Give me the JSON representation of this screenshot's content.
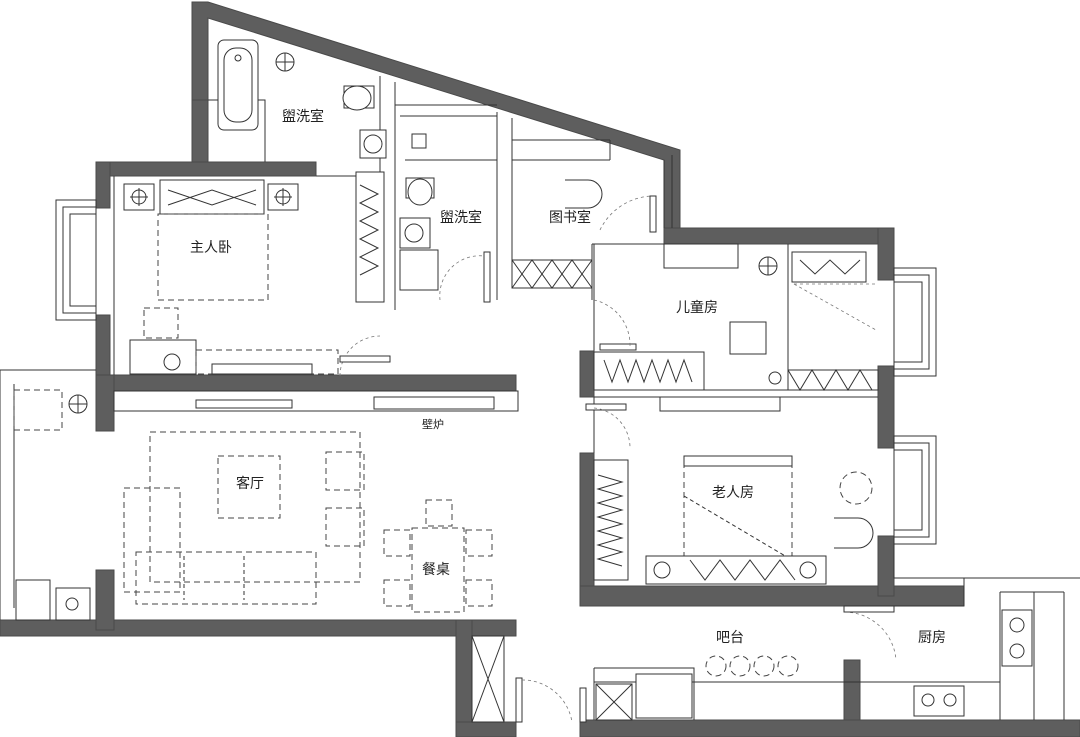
{
  "rooms": {
    "bath_upper": "盥洗室",
    "bath_lower": "盥洗室",
    "master_bedroom": "主人卧",
    "study": "图书室",
    "kids_room": "儿童房",
    "fireplace": "壁炉",
    "living_room": "客厅",
    "elder_room": "老人房",
    "dining_table": "餐桌",
    "bar_counter": "吧台",
    "kitchen": "厨房"
  },
  "colors": {
    "wall": "#5e5e5e",
    "line": "#333333",
    "background": "#ffffff"
  }
}
